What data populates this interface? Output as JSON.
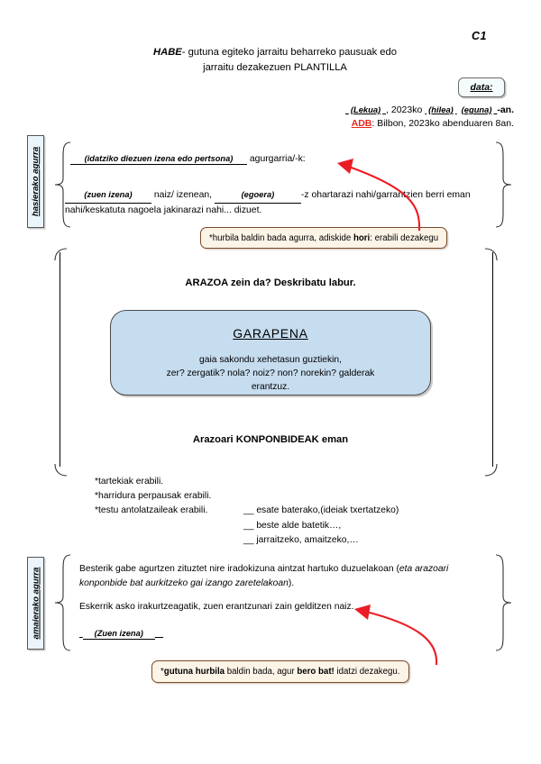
{
  "document": {
    "page_code": "C1",
    "title_bold": "HABE",
    "title_rest": "- gutuna egiteko jarraitu beharreko pausuak edo",
    "title_line2": "jarraitu dezakezuen PLANTILLA"
  },
  "data_box": {
    "label": "data:"
  },
  "date": {
    "place_blank": "(Lekua)",
    "year_text": ", 2023ko",
    "month_blank": "(hilea)",
    "day_blank": "(eguna)",
    "suffix": "-an.",
    "example_label": "ADB",
    "example_text": ": Bilbon, 2023ko abenduaren 8an."
  },
  "sections": {
    "opening": {
      "side_label": "hasierako agurra",
      "line1_blank": "(idatziko diezuen izena edo pertsona)",
      "line1_rest": "agurgarria/-k:",
      "para_blank1": "(zuen izena)",
      "para_mid1": "naiz/ izenean,",
      "para_blank2": "(egoera)",
      "para_mid2": "-z ohartarazi nahi/garrantzien berri eman",
      "para_line2": "nahi/keskatuta nagoela jakinarazi nahi... dizuet."
    },
    "callout_top": {
      "text_part1": "*hurbila baldin bada agurra, adiskide ",
      "text_bold": "hori",
      "text_part2": ": erabili dezakegu"
    },
    "middle": {
      "heading_arazoa": "ARAZOA zein da? Deskribatu labur.",
      "garapena_title": "GARAPENA",
      "garapena_line1": "gaia sakondu xehetasun guztiekin,",
      "garapena_line2": "zer? zergatik? nola? noiz? non? norekin? galderak",
      "garapena_line3": "erantzuz.",
      "heading_konponbideak": "Arazoari KONPONBIDEAK eman",
      "bullet1": "*tartekiak erabili.",
      "bullet2": "*harridura perpausak erabili.",
      "bullet3": "*testu antolatzaileak erabili.",
      "sub1": "__ esate baterako,(ideiak txertatzeko)",
      "sub2": "__ beste alde batetik…,",
      "sub3": "__ jarraitzeko, amaitzeko,…"
    },
    "closing": {
      "side_label": "amaierako agurra",
      "para1_part1": "Besterik gabe agurtzen zituztet nire iradokizuna aintzat hartuko duzuelakoan (",
      "para1_italic": "eta arazoari konponbide bat aurkitzeko gai izango zaretelakoan",
      "para1_part2": ").",
      "para2": "Eskerrik asko irakurtzeagatik, zuen erantzunari zain gelditzen naiz.",
      "signature_blank": "(Zuen izena)"
    },
    "callout_bottom": {
      "text_part1": "*",
      "text_bold1": "gutuna hurbila",
      "text_part2": " baldin bada, agur ",
      "text_bold2": "bero bat!",
      "text_part3": " idatzi dezakegu."
    }
  },
  "colors": {
    "accent_red": "#e8251e",
    "garapena_fill": "#c6dcef",
    "callout_fill": "#fdf4e8",
    "label_fill": "#eaf4fb"
  }
}
